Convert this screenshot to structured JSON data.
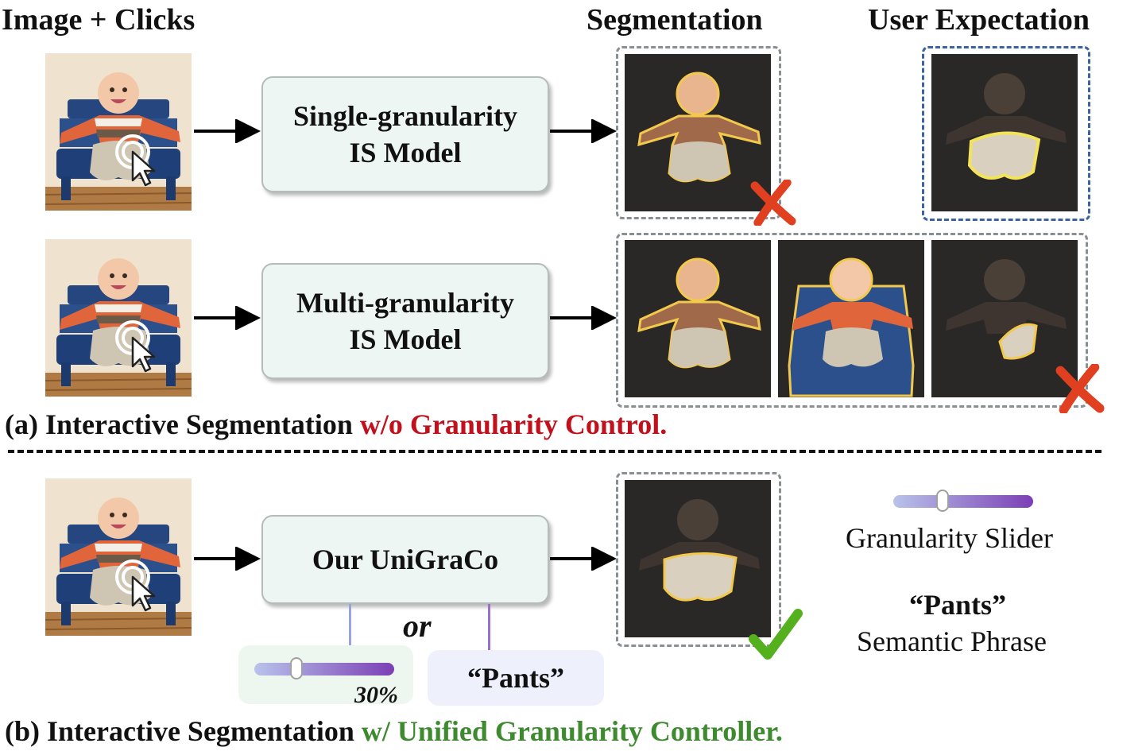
{
  "headers": {
    "image_clicks": "Image + Clicks",
    "segmentation": "Segmentation",
    "user_expectation": "User Expectation"
  },
  "row1": {
    "model_line1": "Single-granularity",
    "model_line2": "IS Model"
  },
  "row2": {
    "model_line1": "Multi-granularity",
    "model_line2": "IS Model"
  },
  "caption_a": {
    "prefix": "(a) Interactive Segmentation ",
    "highlight": "w/o Granularity Control."
  },
  "row3": {
    "model": "Our UniGraCo",
    "or_text": "or",
    "slider_value": "30%",
    "slider_fraction": 0.3,
    "phrase": "“Pants”"
  },
  "legend": {
    "slider_label": "Granularity Slider",
    "phrase_example": "“Pants”",
    "phrase_label": "Semantic Phrase"
  },
  "caption_b": {
    "prefix": "(b) Interactive Segmentation ",
    "highlight": "w/ Unified Granularity Controller."
  },
  "colors": {
    "fail": "#e0401f",
    "success": "#55b01e",
    "outline": "#f2c94c",
    "slider_start": "#b9c3ea",
    "slider_end": "#7b3fb5",
    "caption_red": "#c0111c",
    "caption_green": "#3d8b2e"
  }
}
